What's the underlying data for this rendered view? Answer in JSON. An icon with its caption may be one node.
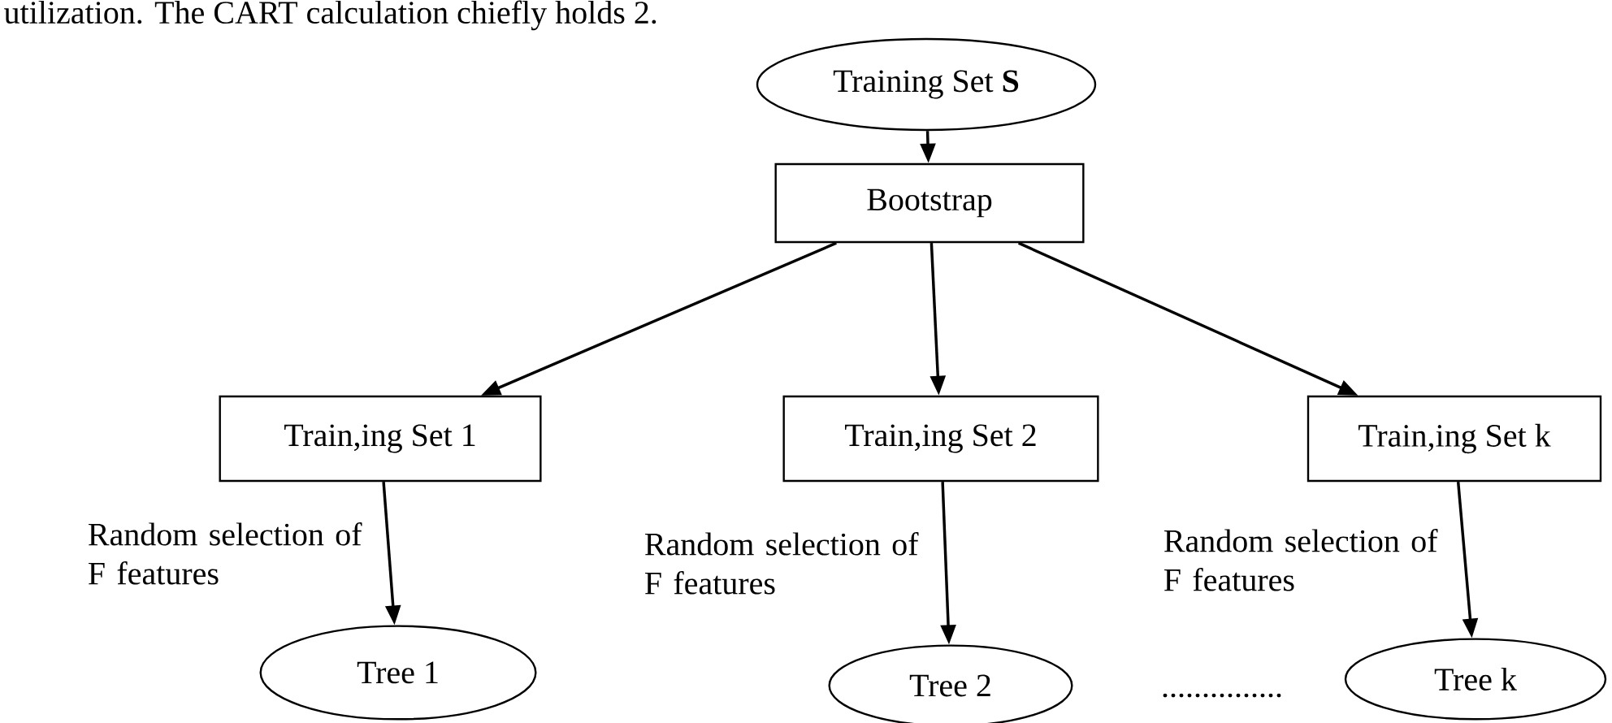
{
  "diagram": {
    "nodes": [
      {
        "text": [
          "Training Set **S**"
        ]
      },
      {
        "text": [
          "Bootstrap"
        ]
      },
      {
        "text": [
          "Train,ing Set 1"
        ]
      },
      {
        "text": [
          "Train,ing Set 2"
        ]
      },
      {
        "text": [
          "Train,ing Set k"
        ]
      },
      {
        "text": [
          "Tree 1"
        ]
      },
      {
        "text": [
          "Tree 2"
        ]
      },
      {
        "text": [
          "Tree k"
        ]
      }
    ],
    "edges": [
      {
        "from": 0,
        "to": 1,
        "arrow": "to"
      },
      {
        "from": 1,
        "to": 2,
        "arrow": "to"
      },
      {
        "from": 1,
        "to": 3,
        "arrow": "to"
      },
      {
        "from": 1,
        "to": 4,
        "arrow": "to"
      },
      {
        "from": 2,
        "to": 5,
        "arrow": "to",
        "label": "Random selection of F features"
      },
      {
        "from": 3,
        "to": 6,
        "arrow": "to",
        "label": "Random selection of F features"
      },
      {
        "from": 4,
        "to": 7,
        "arrow": "to",
        "label": "Random selection of F features"
      }
    ],
    "labels": [
      "utilization. The CART calculation chiefly holds 2.",
      "..............."
    ]
  }
}
